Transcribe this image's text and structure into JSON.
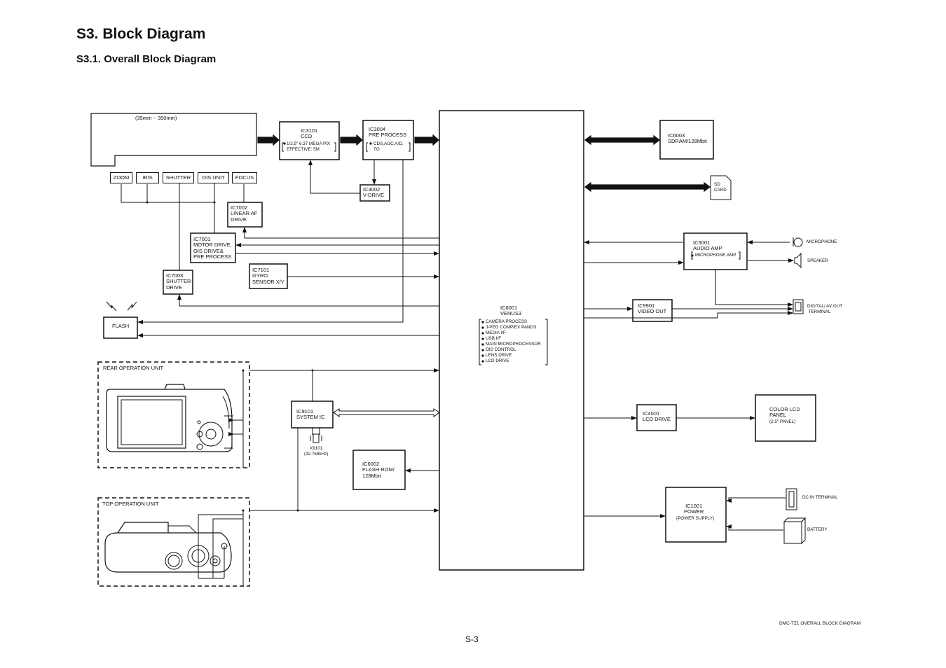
{
  "page": {
    "title": "S3. Block Diagram",
    "subtitle": "S3.1. Overall Block Diagram",
    "page_number": "S-3",
    "footer": "DMC-TZ1  OVERALL BLOCK DIAGRAM"
  },
  "lens": {
    "zoom_range": "(35mm ~ 350mm)",
    "controls": [
      "ZOOM",
      "IRIS",
      "SHUTTER",
      "OIS UNIT",
      "FOCUS"
    ]
  },
  "blocks": {
    "ic3101": {
      "title": "IC3101\nCCD",
      "detail": "1/2.5\" 6.37 MEGA PIX\nEFFECTIVE: 5M"
    },
    "ic3004": {
      "title": "IC3004\nPRE PROCESS",
      "detail": "CDS,AGC,A/D,\nTG"
    },
    "ic3002": {
      "title": "IC3002\nV-DRIVE"
    },
    "ic7002": {
      "title": "IC7002\nLINEAR AF\nDRIVE"
    },
    "ic7001": {
      "title": "IC7001\nMOTOR DRIVE,\nOIS DRIVE&\nPRE PROCESS"
    },
    "ic7101": {
      "title": "IC7101\nGYRO\nSENSOR X/Y"
    },
    "ic7003": {
      "title": "IC7003\nSHUTTER\nDRIVE"
    },
    "flash": {
      "title": "FLASH"
    },
    "ic6001": {
      "title": "IC6001\nVENUS3",
      "features": [
        "CAMERA PROCESS",
        "J-PEG COMP/EX PANDS",
        "MEDIA I/F",
        "USB I/F",
        "MAIN MICROPROCESSOR",
        "OIS CONTROL",
        "LENS DRIVE",
        "LCD DRIVE"
      ]
    },
    "ic6003": {
      "title": "IC6003\nSDRAM/128Mbit"
    },
    "sd_card": {
      "title": "SD\nCARD"
    },
    "ic5001": {
      "title": "IC5001\nAUDIO AMP",
      "detail": "MICROPHONE AMP"
    },
    "ic9901": {
      "title": "IC9901\nVIDEO OUT"
    },
    "ic9101": {
      "title": "IC9101\nSYSTEM IC"
    },
    "x9101": {
      "title": "X9101\n(32.768kHz)"
    },
    "ic6002": {
      "title": "IC6002\nFLASH ROM/\n128Mbit"
    },
    "ic4001": {
      "title": "IC4001\nLCD DRIVE"
    },
    "color_lcd": {
      "title": "COLOR LCD\nPANEL",
      "detail": "(2.5\" PANEL)"
    },
    "ic1001": {
      "title": "IC1001\nPOWER",
      "detail": "(POWER SUPPLY)"
    }
  },
  "peripherals": {
    "microphone": "MICROPHONE",
    "speaker": "SPEAKER",
    "av_terminal": "DIGITAL/ AV OUT\n TERMINAL",
    "dc_in": "DC IN TERMINAL",
    "battery": "BATTERY"
  },
  "operation_units": {
    "rear": "REAR OPERATION UNIT",
    "top": "TOP OPERATION UNIT"
  },
  "colors": {
    "line": "#111111",
    "background": "#ffffff"
  }
}
